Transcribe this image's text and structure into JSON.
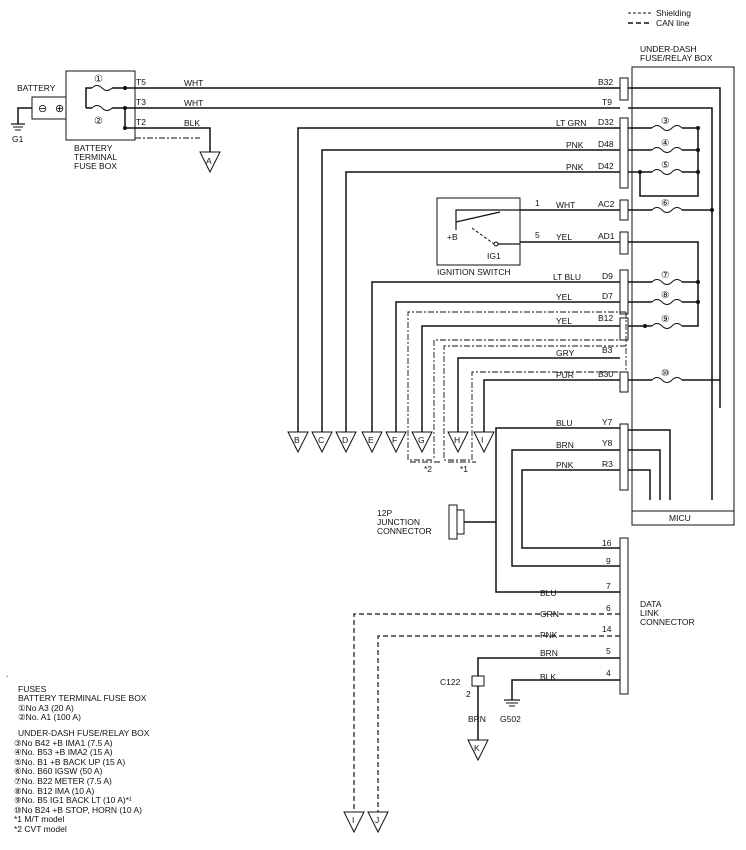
{
  "legend": {
    "shielding": "Shielding",
    "can_line": "CAN line"
  },
  "battery": {
    "label": "BATTERY",
    "minus": "⊖",
    "plus": "⊕",
    "ground": "G1"
  },
  "battery_fuse_box": {
    "line1": "BATTERY",
    "line2": "TERMINAL",
    "line3": "FUSE BOX",
    "fuse1": "①",
    "fuse2": "②",
    "t5": "T5",
    "t3": "T3",
    "t2": "T2"
  },
  "relay_box": {
    "line1": "UNDER-DASH",
    "line2": "FUSE/RELAY BOX",
    "micu": "MICU"
  },
  "wires": {
    "wht1": "WHT",
    "wht2": "WHT",
    "blk": "BLK",
    "ltgrn": "LT GRN",
    "pnk1": "PNK",
    "pnk2": "PNK",
    "wht3": "WHT",
    "yel1": "YEL",
    "ltblu": "LT BLU",
    "yel2": "YEL",
    "yel3": "YEL",
    "gry": "GRY",
    "pur": "PUR",
    "blu1": "BLU",
    "brn1": "BRN",
    "pnk3": "PNK",
    "blu2": "BLU",
    "grn": "GRN",
    "pnk4": "PNK",
    "brn2": "BRN",
    "blk2": "BLK",
    "brn3": "BRN"
  },
  "pins": {
    "b32": "B32",
    "t9": "T9",
    "d32": "D32",
    "d48": "D48",
    "d42": "D42",
    "ac2": "AC2",
    "ad1": "AD1",
    "d9": "D9",
    "d7": "D7",
    "b12": "B12",
    "b3": "B3",
    "b30": "B30",
    "y7": "Y7",
    "y8": "Y8",
    "r3": "R3",
    "ign1": "1",
    "ign5": "5",
    "dlc16": "16",
    "dlc9": "9",
    "dlc7": "7",
    "dlc6": "6",
    "dlc14": "14",
    "dlc5": "5",
    "dlc4": "4",
    "c122_pin": "2"
  },
  "fuse_nums": {
    "f3": "③",
    "f4": "④",
    "f5": "⑤",
    "f6": "⑥",
    "f7": "⑦",
    "f8": "⑧",
    "f9": "⑨",
    "f10": "⑩"
  },
  "ignition": {
    "label": "IGNITION SWITCH",
    "plusb": "+B",
    "ig1": "IG1"
  },
  "junction": {
    "line1": "12P",
    "line2": "JUNCTION",
    "line3": "CONNECTOR"
  },
  "dlc": {
    "line1": "DATA",
    "line2": "LINK",
    "line3": "CONNECTOR"
  },
  "misc": {
    "c122": "C122",
    "g502": "G502"
  },
  "terminals": [
    "A",
    "B",
    "C",
    "D",
    "E",
    "F",
    "G",
    "H",
    "I",
    "J",
    "K"
  ],
  "footnote_marks": {
    "m2": "*2",
    "m1": "*1"
  },
  "notes": {
    "tick": "`",
    "fuses": "FUSES",
    "btfb": "BATTERY TERMINAL FUSE BOX",
    "n1": "①No  A3 (20 A)",
    "n2": "②No. A1 (100 A)",
    "udfrb": "UNDER-DASH FUSE/RELAY BOX",
    "n3": "③No  B42 +B IMA1 (7.5 A)",
    "n4": "④No. B53 +B IMA2 (15 A)",
    "n5": "⑤No. B1 +B BACK UP (15 A)",
    "n6": "⑥No. B60 IGSW (50 A)",
    "n7": "⑦No. B22 METER (7.5 A)",
    "n8": "⑧No. B12 IMA (10 A)",
    "n9": "⑨No. B5 IG1 BACK LT (10 A)*¹",
    "n10": "⑩No  B24 +B STOP, HORN (10 A)",
    "f1": "*1  M/T model",
    "f2": "*2  CVT model"
  }
}
